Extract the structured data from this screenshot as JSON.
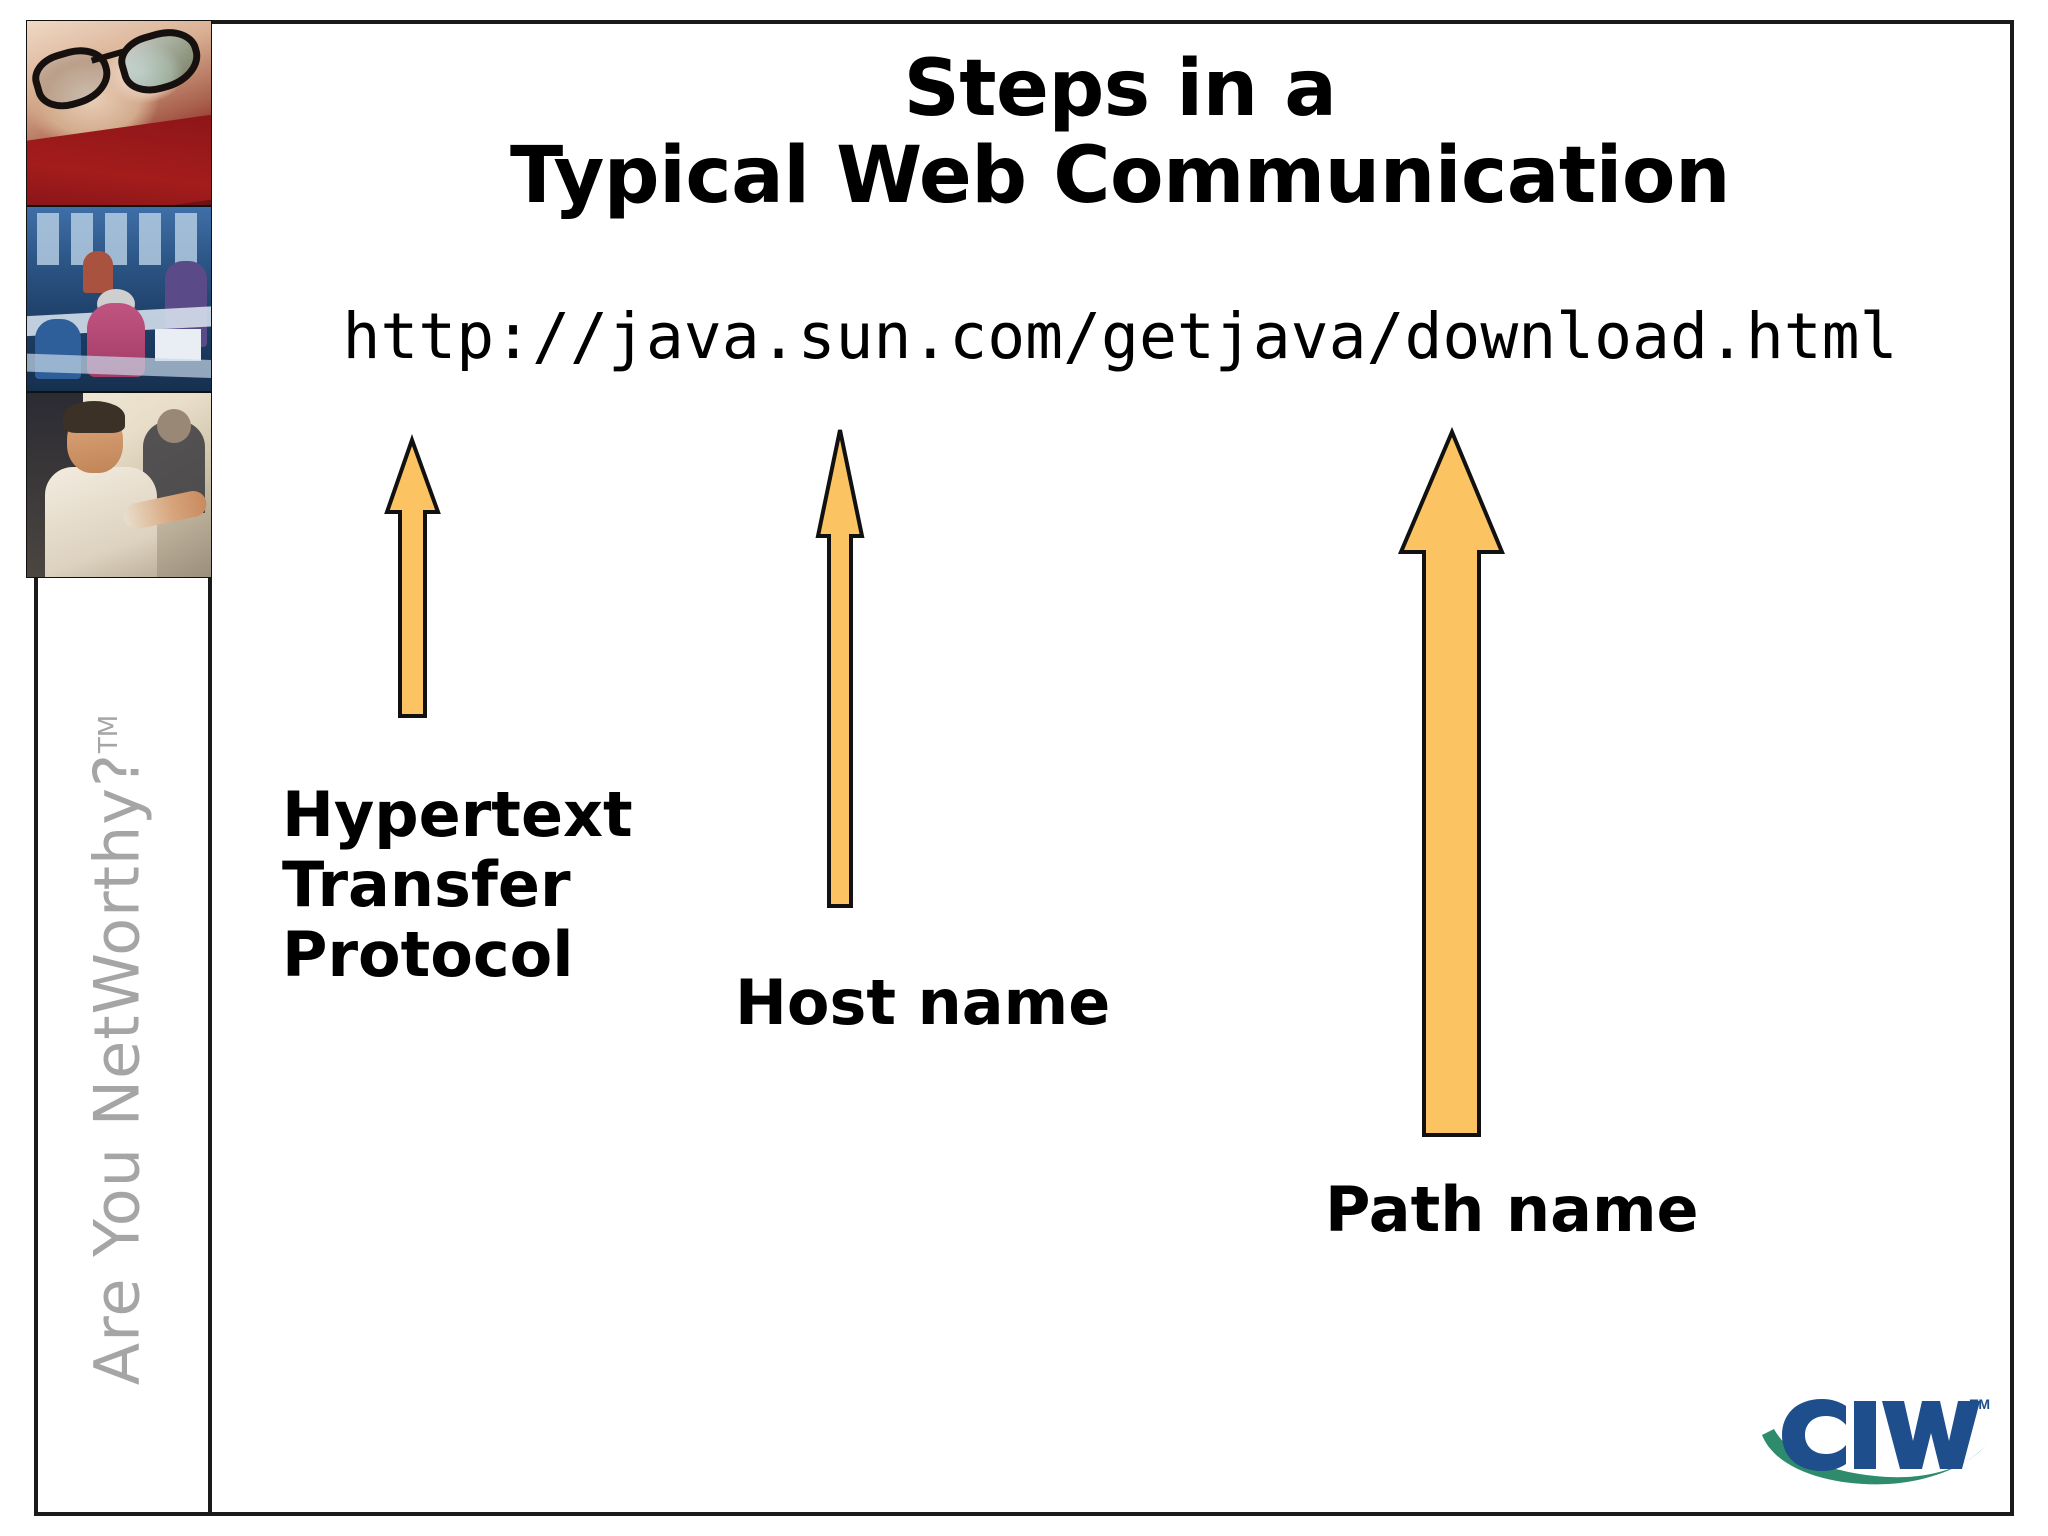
{
  "slide": {
    "title_line_1": "Steps in a",
    "title_line_2": "Typical Web Communication",
    "url": "http://java.sun.com/getjava/download.html",
    "background_color": "#FFFFFF",
    "border_color": "#1A1A1A"
  },
  "sidebar": {
    "tagline": "Are You NetWorthy?",
    "tagline_tm": "TM",
    "tagline_color": "#A5A5A5",
    "photos": [
      {
        "name": "student-with-glasses-photo",
        "alt": "Smiling student wearing glasses in a red shirt"
      },
      {
        "name": "classroom-workshop-photo",
        "alt": "Group of people working at tables in a blue-lit room"
      },
      {
        "name": "student-reaching-photo",
        "alt": "Person in a cream sweater reaching across a desk"
      }
    ]
  },
  "callouts": [
    {
      "id": "protocol",
      "label": "Hypertext\nTransfer\nProtocol",
      "label_lines": [
        "Hypertext",
        "Transfer",
        "Protocol"
      ],
      "arrow": {
        "name": "protocol-arrow",
        "color": "#FBC361",
        "outline": "#111111",
        "direction": "up"
      }
    },
    {
      "id": "host",
      "label": "Host name",
      "label_lines": [
        "Host name"
      ],
      "arrow": {
        "name": "host-name-arrow",
        "color": "#FBC361",
        "outline": "#111111",
        "direction": "up"
      }
    },
    {
      "id": "path",
      "label": "Path name",
      "label_lines": [
        "Path name"
      ],
      "arrow": {
        "name": "path-name-arrow",
        "color": "#FBC361",
        "outline": "#111111",
        "direction": "up"
      }
    }
  ],
  "logo": {
    "text": "CIW",
    "tm": "TM",
    "blue": "#1F4E8C",
    "green": "#2E8B6B"
  }
}
